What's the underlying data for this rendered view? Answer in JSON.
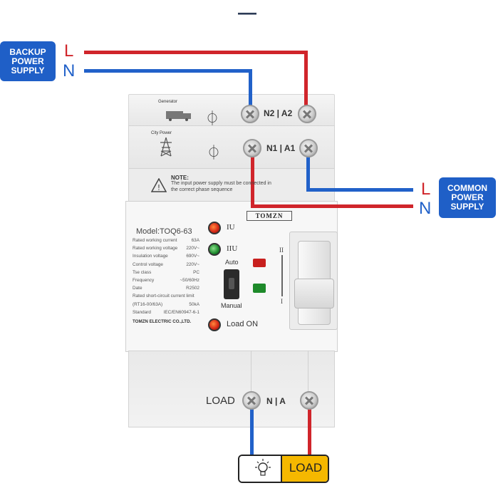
{
  "top_dash": "—",
  "backup_supply": {
    "label": "BACKUP\nPOWER\nSUPPLY",
    "l": "L",
    "n": "N"
  },
  "common_supply": {
    "label": "COMMON\nPOWER\nSUPPLY",
    "l": "L",
    "n": "N"
  },
  "device": {
    "generator_label": "Generator",
    "city_power_label": "City Power",
    "terminal_top": "N2 | A2",
    "terminal_mid": "N1 | A1",
    "note_title": "NOTE:",
    "note_line1": "The input power supply must be connected in",
    "note_line2": "the correct phase sequence",
    "brand": "TOMZN",
    "model": "Model:TOQ6-63",
    "specs": [
      {
        "k": "Rated working current",
        "v": "63A"
      },
      {
        "k": "Rated working voltage",
        "v": "220V~"
      },
      {
        "k": "Insulation voltage",
        "v": "690V~"
      },
      {
        "k": "Control voltage",
        "v": "220V~"
      },
      {
        "k": "Tse class",
        "v": "PC"
      },
      {
        "k": "Frequency",
        "v": "~50/60Hz"
      },
      {
        "k": "Date",
        "v": "R2502"
      },
      {
        "k": "Rated short-circuit current limit",
        "v": ""
      },
      {
        "k": "(RT16-00/63A)",
        "v": "50kA"
      },
      {
        "k": "Standard",
        "v": "IEC/EN60947-6-1"
      }
    ],
    "maker": "TOMZN ELECTRIC CO.,LTD.",
    "ind_iu": "IU",
    "ind_iiu": "IIU",
    "auto": "Auto",
    "manual": "Manual",
    "load_on": "Load ON",
    "pos_ii": "II",
    "pos_i": "I",
    "load_terminal": "LOAD",
    "terminal_bottom": "N | A"
  },
  "load_box": {
    "label": "LOAD"
  },
  "colors": {
    "red": "#d0252b",
    "blue": "#2161c9",
    "badge": "#1f5fc7",
    "load_yellow": "#f5b800"
  }
}
